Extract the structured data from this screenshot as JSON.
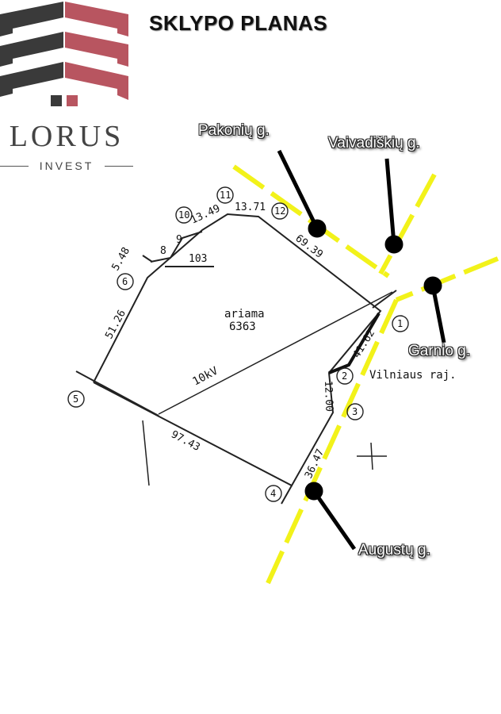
{
  "header": {
    "title": "SKLYPO PLANAS"
  },
  "logo": {
    "brand": "LORUS",
    "subtitle": "INVEST",
    "colors": {
      "dark": "#3a3a3a",
      "red": "#b85560"
    }
  },
  "streets": {
    "pakoniu": "Pakonių g.",
    "vaivadiskiu": "Vaivadiškių g.",
    "garnio": "Garnio g.",
    "augustu": "Augustų g."
  },
  "plan": {
    "area_label": "ariama",
    "area_value": "6363",
    "power_line": "10kV",
    "district": "Vilniaus raj.",
    "dimensions": {
      "d1": "5.48",
      "d2": "13.49",
      "d3": "13.71",
      "d4": "69.39",
      "d5": "51.26",
      "d6": "41.62",
      "d7": "12.00",
      "d8": "97.43",
      "d9": "36.47",
      "d10": "103",
      "d11": "8",
      "d12": "9"
    },
    "points": [
      "1",
      "2",
      "3",
      "4",
      "5",
      "6",
      "10",
      "11",
      "12"
    ]
  },
  "colors": {
    "road": "#f2f21a",
    "marker": "#000000"
  }
}
